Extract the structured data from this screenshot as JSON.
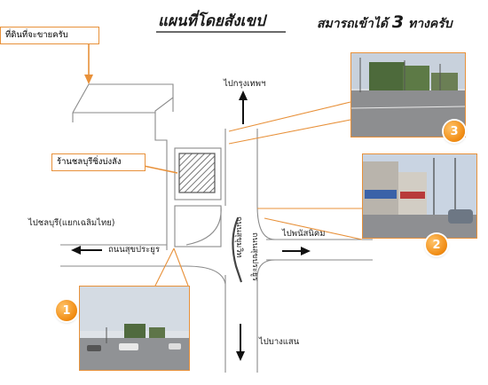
{
  "title": "แผนที่โดยสังเขป",
  "subtitle": "สมารถเข้าได้",
  "subtitle_number": "3",
  "subtitle_suffix": "ทางครับ",
  "labels": {
    "land_for_sale": "ที่ดินที่จะขายครับ",
    "shop": "ร้านชลบุรีซิ่งบ่งลัง",
    "to_bangkok": "ไปกรุงเทพฯ",
    "to_chonburi": "ไปชลบุรี(แยกเฉลิมไทย)",
    "to_phanat_nikhom": "ไปพนัสนิคม",
    "to_bang_saen": "ไปบางแสน",
    "sukhumvit_rd": "ถนนสุขุมวิท",
    "sukprayoon_rd": "ถนนสุขประยูร"
  },
  "badges": [
    "1",
    "2",
    "3"
  ],
  "colors": {
    "accent": "#e8913a",
    "badge": "#f08a10",
    "line": "#8a8a8a"
  }
}
